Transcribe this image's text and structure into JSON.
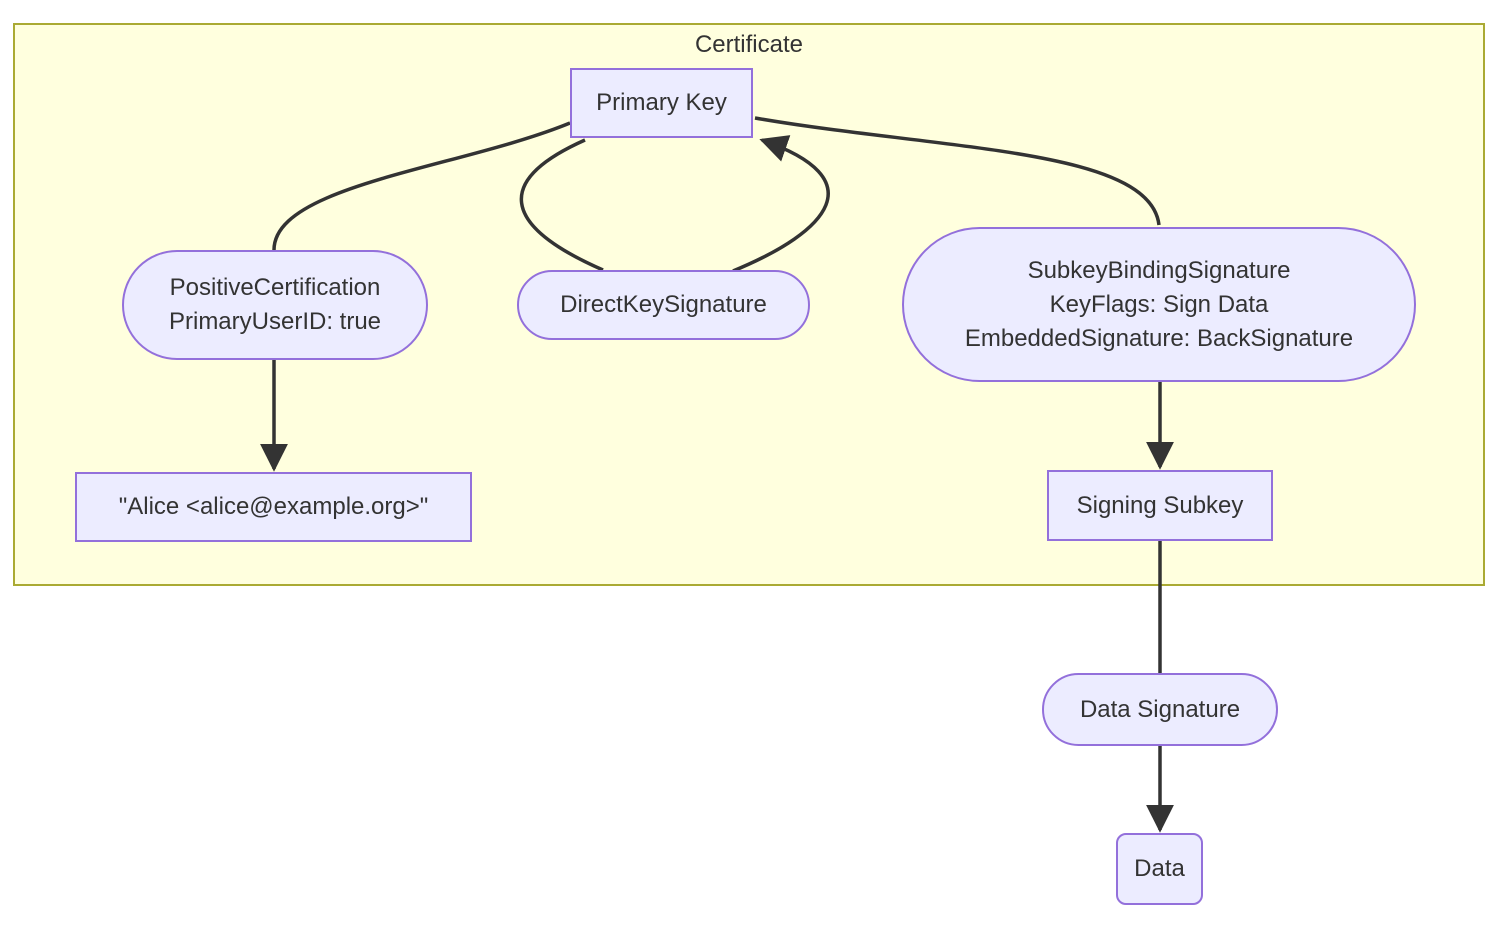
{
  "diagram": {
    "title": "Certificate",
    "nodes": {
      "primary_key": {
        "label": "Primary Key",
        "shape": "rect"
      },
      "positive_certification": {
        "lines": [
          "PositiveCertification",
          "PrimaryUserID: true"
        ],
        "shape": "stadium"
      },
      "direct_key_signature": {
        "label": "DirectKeySignature",
        "shape": "stadium"
      },
      "subkey_binding_signature": {
        "lines": [
          "SubkeyBindingSignature",
          "KeyFlags: Sign Data",
          "EmbeddedSignature: BackSignature"
        ],
        "shape": "stadium"
      },
      "user_id": {
        "label": "\"Alice <alice@example.org>\"",
        "shape": "rect"
      },
      "signing_subkey": {
        "label": "Signing Subkey",
        "shape": "rect"
      },
      "data_signature": {
        "label": "Data Signature",
        "shape": "stadium"
      },
      "data": {
        "label": "Data",
        "shape": "rounded-rect"
      }
    },
    "edges": [
      {
        "from": "Primary Key",
        "to": "PositiveCertification",
        "arrow": false
      },
      {
        "from": "PositiveCertification",
        "to": "\"Alice <alice@example.org>\"",
        "arrow": true
      },
      {
        "from": "Primary Key",
        "to": "DirectKeySignature",
        "arrow": false
      },
      {
        "from": "DirectKeySignature",
        "to": "Primary Key",
        "arrow": true
      },
      {
        "from": "Primary Key",
        "to": "SubkeyBindingSignature",
        "arrow": false
      },
      {
        "from": "SubkeyBindingSignature",
        "to": "Signing Subkey",
        "arrow": true
      },
      {
        "from": "Signing Subkey",
        "to": "Data Signature",
        "arrow": false
      },
      {
        "from": "Data Signature",
        "to": "Data",
        "arrow": true
      }
    ]
  },
  "colors": {
    "cluster_fill": "#FFFFDE",
    "cluster_border": "#AAAA33",
    "node_fill": "#ECECFF",
    "node_border": "#9370DB",
    "edge_color": "#333333",
    "text_color": "#333333"
  }
}
